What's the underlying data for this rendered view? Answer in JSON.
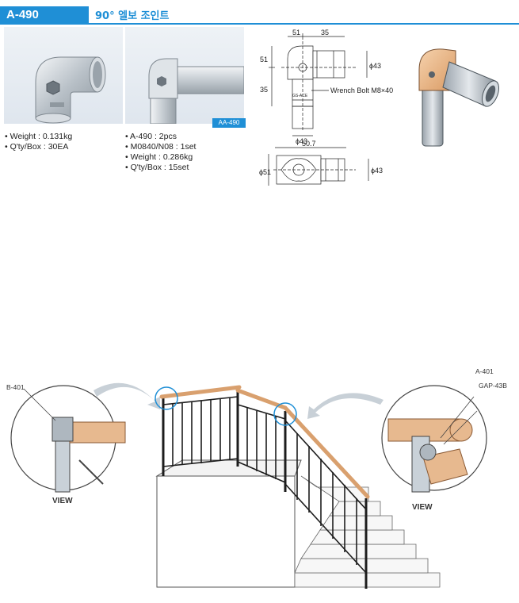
{
  "header": {
    "code": "A-490",
    "title": "90° 엘보 조인트"
  },
  "product_a": {
    "specs": [
      "Weight   : 0.131kg",
      "Q'ty/Box : 30EA"
    ]
  },
  "product_b": {
    "tag": "AA-490",
    "specs": [
      "A-490 : 2pcs",
      "M0840/N08 : 1set",
      "Weight : 0.286kg",
      "Q'ty/Box : 15set"
    ]
  },
  "drawing": {
    "dim_top_left": "51",
    "dim_top_right": "35",
    "dim_left_top": "51",
    "dim_left_bottom": "35",
    "dim_right_dia": "ϕ43",
    "dim_bottom_dia": "ϕ43",
    "bolt_label": "Wrench Bolt M8×40",
    "brand_mark": "GS-ACE",
    "dim_width": "50.7",
    "dim_side_dia": "ϕ51",
    "dim_side_right": "ϕ43"
  },
  "illustration": {
    "left_callout": "B-401",
    "left_view": "VIEW",
    "right_callout_1": "A-401",
    "right_callout_2": "GAP-43B",
    "right_view": "VIEW"
  },
  "colors": {
    "accent": "#1f8fd6",
    "wood": "#e7b98f",
    "metal": "#c9d1d8"
  }
}
